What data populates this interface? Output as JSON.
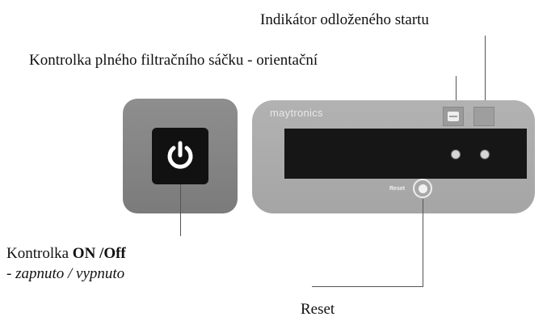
{
  "labels": {
    "delayed_start": "Indikátor odloženého startu",
    "full_filter_bag": "Kontrolka plného filtračního sáčku - orientační",
    "on_off_prefix": "Kontrolka ",
    "on_off_bold": "ON /Off",
    "on_off_note": "- zapnuto / vypnuto",
    "reset": "Reset"
  },
  "panel": {
    "brand": "maytronics",
    "reset_button_text": "Reset"
  },
  "icons": {
    "power": "power-icon",
    "filter_bag": "filter-bag-icon",
    "timer": "timer-icon"
  },
  "colors": {
    "panel_gray": "#a8a8a8",
    "power_panel_gray": "#858585",
    "display_black": "#161616",
    "led_white": "#d6d6d6"
  }
}
